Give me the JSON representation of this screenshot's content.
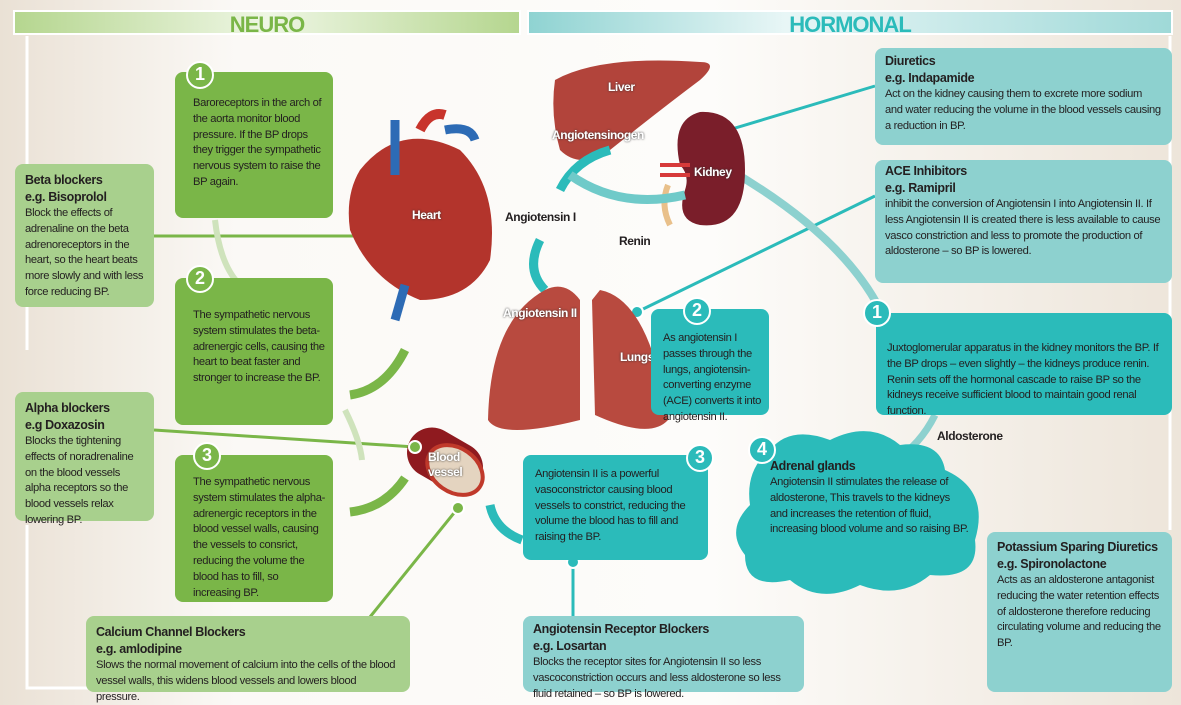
{
  "headers": {
    "neuro": "NEURO",
    "hormonal": "HORMONAL"
  },
  "organs": {
    "liver": "Liver",
    "angiotensinogen": "Angiotensinogen",
    "kidney": "Kidney",
    "angiotensin1": "Angiotensin I",
    "renin": "Renin",
    "angiotensin2": "Angiotensin II",
    "lungs": "Lungs",
    "heart": "Heart",
    "blood_vessel": "Blood vessel",
    "aldosterone": "Aldosterone"
  },
  "neuro_steps": [
    {
      "num": "1",
      "text": "Baroreceptors in the arch of the aorta monitor blood pressure. If the BP drops they trigger the sympathetic nervous system to raise the BP again."
    },
    {
      "num": "2",
      "text": "The sympathetic nervous system stimulates the beta-adrenergic cells, causing the heart to beat faster and stronger to increase the BP."
    },
    {
      "num": "3",
      "text": "The sympathetic nervous system stimulates the alpha-adrenergic receptors in the blood vessel walls, causing the vessels to consrict, reducing the volume the blood has to fill, so increasing BP."
    }
  ],
  "hormonal_steps": [
    {
      "num": "1",
      "text": "Juxtoglomerular apparatus in the kidney monitors the BP. If the BP drops – even slightly – the kidneys produce renin. Renin sets off the hormonal cascade to raise BP so the kidneys receive sufficient blood to maintain good renal function."
    },
    {
      "num": "2",
      "text": "As angiotensin I passes through the lungs, angiotensin-converting enzyme (ACE) converts it into angiotensin II."
    },
    {
      "num": "3",
      "text": "Angiotensin II is a powerful vasoconstrictor causing blood vessels to constrict, reducing the volume the blood has to fill and raising the BP."
    },
    {
      "num": "4",
      "title": "Adrenal glands",
      "text": "Angiotensin II stimulates the release of aldosterone, This travels to the kidneys and increases the retention of fluid, increasing blood volume and so raising BP."
    }
  ],
  "drugs": {
    "beta": {
      "title": "Beta blockers",
      "example": "e.g. Bisoprolol",
      "text": "Block the effects of adrenaline on the beta adrenoreceptors in the heart, so the heart beats more slowly and with less force reducing BP."
    },
    "alpha": {
      "title": "Alpha blockers",
      "example": "e.g Doxazosin",
      "text": "Blocks the tightening effects of noradrenaline on the blood vessels alpha receptors so the blood vessels relax lowering BP."
    },
    "calcium": {
      "title": "Calcium Channel Blockers",
      "example": "e.g. amlodipine",
      "text": "Slows the normal movement of calcium into the cells of the blood vessel walls, this widens blood vessels and lowers blood pressure."
    },
    "diuretics": {
      "title": "Diuretics",
      "example": "e.g. Indapamide",
      "text": "Act on the kidney causing them to excrete more sodium and water reducing the volume in the blood vessels causing a reduction in BP."
    },
    "ace": {
      "title": "ACE Inhibitors",
      "example": "e.g. Ramipril",
      "text": "inhibit the conversion of Angiotensin I into Angiotensin II. If less Angiotensin II is created there is less available to cause vasco constriction and less to promote the production of aldosterone – so BP is lowered."
    },
    "arb": {
      "title": "Angiotensin Receptor Blockers",
      "example": "e.g. Losartan",
      "text": "Blocks the receptor sites for Angiotensin II so less vascoconstriction occurs and less aldosterone so less fluid retained – so BP is lowered."
    },
    "potassium": {
      "title": "Potassium Sparing Diuretics",
      "example": "e.g. Spironolactone",
      "text": "Acts as an aldosterone antagonist reducing the water retention effects of aldosterone therefore reducing circulating volume and reducing the BP."
    }
  }
}
